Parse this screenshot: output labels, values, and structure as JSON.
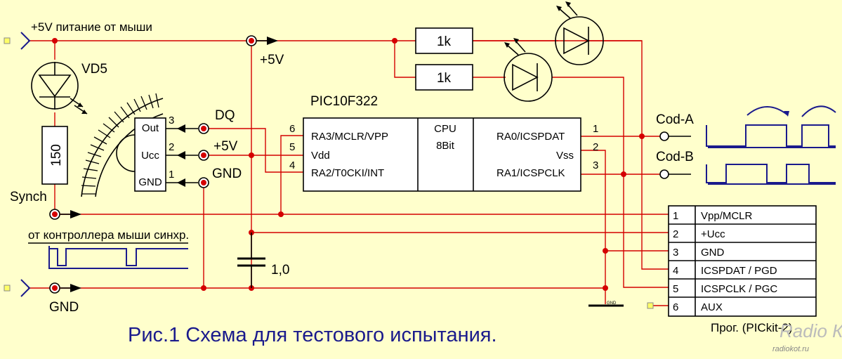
{
  "labels": {
    "power_top": "+5V питание от мыши",
    "vd5": "VD5",
    "r150": "150",
    "plus5v_bus": "+5V",
    "ic_name": "PIC10F322",
    "dq": "DQ",
    "plus5v_sensor": "+5V",
    "gnd_sensor": "GND",
    "synch": "Synch",
    "sync_note": "от контроллера мыши синхр.",
    "gnd_bottom": "GND",
    "cap": "1,0",
    "r1": "1k",
    "r2": "1k",
    "cod_a": "Cod-A",
    "cod_b": "Cod-B",
    "gnd_symbol": "GND",
    "prog": "Прог. (PICkit-2)",
    "caption": "Рис.1  Схема для тестового испытания."
  },
  "sensor": {
    "out": "Out",
    "ucc": "Ucc",
    "gnd": "GND",
    "pin3": "3",
    "pin2": "2",
    "pin1": "1"
  },
  "ic": {
    "left": [
      {
        "num": "6",
        "name": "RA3/MCLR/VPP"
      },
      {
        "num": "5",
        "name": "Vdd"
      },
      {
        "num": "4",
        "name": "RA2/T0CKI/INT"
      }
    ],
    "center_1": "CPU",
    "center_2": "8Bit",
    "right": [
      {
        "num": "1",
        "name": "RA0/ICSPDAT"
      },
      {
        "num": "2",
        "name": "Vss"
      },
      {
        "num": "3",
        "name": "RA1/ICSPCLK"
      }
    ]
  },
  "connector": [
    {
      "num": "1",
      "name": "Vpp/MCLR"
    },
    {
      "num": "2",
      "name": "+Ucc"
    },
    {
      "num": "3",
      "name": "GND"
    },
    {
      "num": "4",
      "name": "ICSPDAT / PGD"
    },
    {
      "num": "5",
      "name": "ICSPCLK / PGC"
    },
    {
      "num": "6",
      "name": "AUX"
    }
  ],
  "watermark": {
    "logo": "Radio КОТ",
    "url": "radiokot.ru"
  },
  "colors": {
    "background": "#ffffcc",
    "wire": "#d40000",
    "signal": "#1a1a8c",
    "caption": "#1a1a8c"
  }
}
